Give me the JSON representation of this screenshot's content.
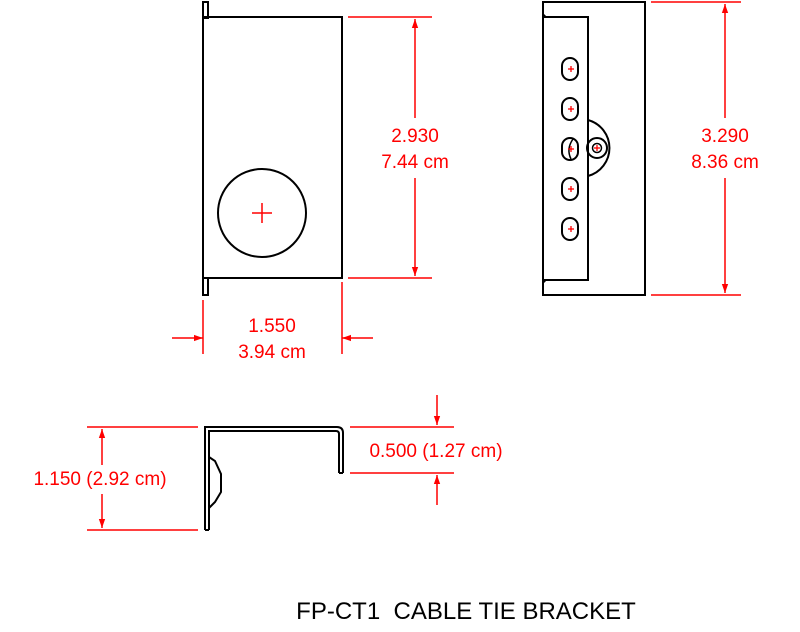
{
  "title": "FP-CT1  CABLE TIE BRACKET",
  "colors": {
    "outline": "#000000",
    "dimension": "#ff0000",
    "background": "#ffffff"
  },
  "views": {
    "front": {
      "height_dimension": {
        "inches": "2.930",
        "cm": "7.44 cm"
      },
      "width_dimension": {
        "inches": "1.550",
        "cm": "3.94 cm"
      },
      "features": [
        "large-round-hole"
      ]
    },
    "side": {
      "height_dimension": {
        "inches": "3.290",
        "cm": "8.36 cm"
      },
      "slot_count": 5,
      "features": [
        "cable-tie-slots",
        "mounting-hole-boss"
      ]
    },
    "profile": {
      "height_dimension": {
        "label": "1.150 (2.92 cm)"
      },
      "lip_dimension": {
        "label": "0.500 (1.27 cm)"
      }
    }
  }
}
